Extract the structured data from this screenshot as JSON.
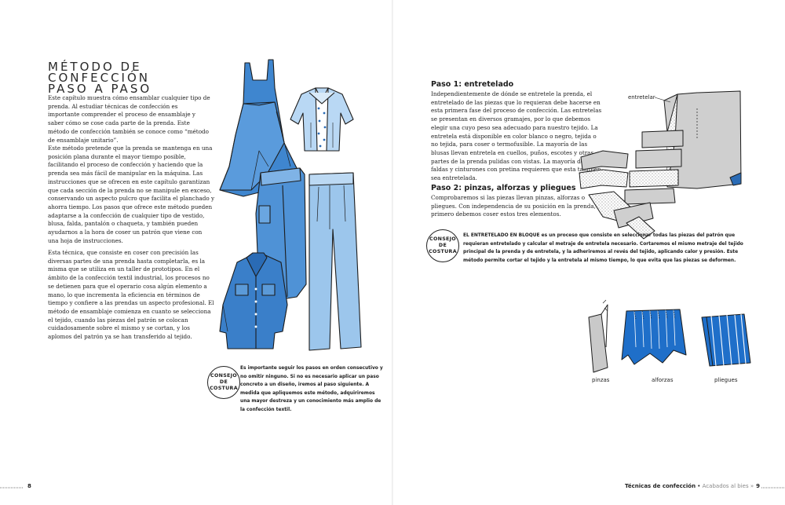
{
  "left_page": {
    "title_lines": [
      "MÉTODO DE",
      "CONFECCIÓN",
      "PASO A PASO"
    ],
    "paragraphs": [
      "Este capítulo muestra cómo ensamblar cualquier tipo de prenda. Al estudiar técnicas de confección es importante comprender el proceso de ensamblaje y saber cómo se cose cada parte de la prenda. Este método de confección también se conoce como “método de ensamblaje unitario”.",
      "Este método pretende que la prenda se mantenga en una posición plana durante el mayor tiempo posible, facilitando el proceso de confección y haciendo que la prenda sea más fácil de manipular en la máquina. Las instrucciones que se ofrecen en este capítulo garantizan que cada sección de la prenda no se manipule en exceso, conservando un aspecto pulcro que facilita el planchado y ahorra tiempo. Los pasos que ofrece este método pueden adaptarse a la confección de cualquier tipo de vestido, blusa, falda, pantalón o chaqueta, y también pueden ayudarnos a la hora de coser un patrón que viene con una hoja de instrucciones.",
      "Esta técnica, que consiste en coser con precisión las diversas partes de una prenda hasta completarla, es la misma que se utiliza en un taller de prototipos. En el ámbito de la confección textil industrial, los procesos no se detienen para que el operario cosa algún elemento a mano, lo que incrementa la eficiencia en términos de tiempo y confiere a las prendas un aspecto profesional. El método de ensamblaje comienza en cuanto se selecciona el tejido, cuando las piezas del patrón se colocan cuidadosamente sobre el mismo y se cortan, y los aplomos del patrón ya se han transferido al tejido."
    ],
    "tip": {
      "badge_lines": [
        "CONSEJO",
        "DE",
        "COSTURA"
      ],
      "text": "Es importante seguir los pasos en orden consecutivo y no omitir ninguno. Si no es necesario aplicar un paso concreto a un diseño, iremos al paso siguiente. A medida que apliquemos este método, adquiriremos una mayor destreza y un conocimiento más amplio de la confección textil."
    },
    "page_number": "8"
  },
  "right_page": {
    "steps": [
      {
        "heading": "Paso 1: entretelado",
        "text": "Independientemente de dónde se entretele la prenda, el entretelado de las piezas que lo requieran debe hacerse en esta primera fase del proceso de confección. Las entretelas se presentan en diversos gramajes, por lo que debemos elegir una cuyo peso sea adecuado para nuestro tejido. La entretela está disponible en color blanco o negro, tejida o no tejida, para coser o termofusible. La mayoría de las blusas llevan entretela en cuellos, puños, escotes y otras partes de la prenda pulidas con vistas. La mayoría de las faldas y cinturones con pretina requieren que esta también sea entretelada."
      },
      {
        "heading": "Paso 2: pinzas, alforzas y pliegues",
        "text": "Comprobaremos si las piezas llevan pinzas, alforzas o pliegues. Con independencia de su posición en la prenda, primero debemos coser estos tres elementos."
      }
    ],
    "tip": {
      "badge_lines": [
        "CONSEJO",
        "DE",
        "COSTURA"
      ],
      "text": "EL ENTRETELADO EN BLOQUE es un proceso que consiste en seleccionar todas las piezas del patrón que requieran entretelado y calcular el metraje de entretela necesario. Cortaremos el mismo metraje del tejido principal de la prenda y de entretela, y la adheriremos al revés del tejido, aplicando calor y presión. Este método permite cortar el tejido y la entretela al mismo tiempo, lo que evita que las piezas se deformen."
    },
    "illustration_labels": {
      "interface": "entretelar",
      "darts": "pinzas",
      "tucks": "alforzas",
      "pleats": "pliegues"
    },
    "footer": {
      "section": "Técnicas de confección",
      "separator": " • ",
      "subsection": "Acabados al bies",
      "arrow": " »",
      "page_number": "9"
    }
  },
  "colors": {
    "garment_blue": "#3f86cf",
    "garment_light": "#8fbfe9",
    "garment_dark": "#2a6bb5",
    "fold_blue": "#1f6fc9",
    "grey_fabric": "#c9c9c9",
    "text": "#1d1d1d"
  }
}
